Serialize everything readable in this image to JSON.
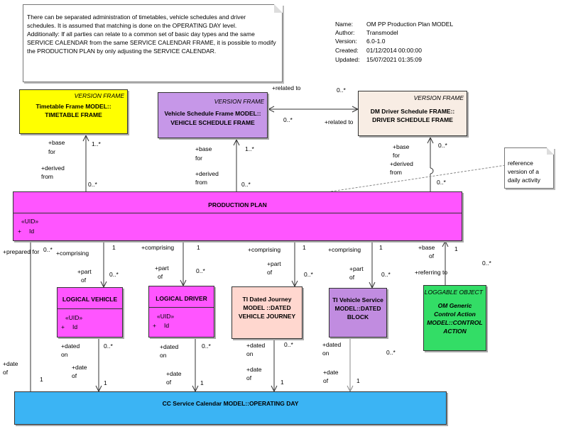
{
  "note_main": [
    "There can be separated administration of timetables, vehicle schedules and driver",
    "schedules.  It is assumed that matching is done on the OPERATING DAY level.",
    "Additionally:  If all parties can relate to a common set of basic day types and the same",
    "SERVICE CALENDAR from the same SERVICE CALENDAR FRAME, it is possible to modify",
    "the PRODUCTION PLAN by only adjusting the SERVICE CALENDAR."
  ],
  "meta": {
    "name_label": "Name:",
    "name_value": "OM PP Production Plan MODEL",
    "author_label": "Author:",
    "author_value": "Transmodel",
    "version_label": "Version:",
    "version_value": "6.0-1.0",
    "created_label": "Created:",
    "created_value": "01/12/2014 00:00:00",
    "updated_label": "Updated:",
    "updated_value": "15/07/2021 01:35:09"
  },
  "note_ref": [
    "reference",
    "version of a",
    "daily activity"
  ],
  "classes": {
    "timetable": {
      "stereotype": "VERSION FRAME",
      "title1": "Timetable Frame MODEL::",
      "title2": "TIMETABLE FRAME"
    },
    "vehicle_sched": {
      "stereotype": "VERSION FRAME",
      "title1": "Vehicle Schedule  Frame MODEL::",
      "title2": "VEHICLE SCHEDULE FRAME"
    },
    "driver_sched": {
      "stereotype": "VERSION FRAME",
      "title1": "DM Driver Schedule FRAME::",
      "title2": "DRIVER SCHEDULE FRAME"
    },
    "production_plan": {
      "title": "PRODUCTION PLAN",
      "uid": "«UID»",
      "attr_vis": "+",
      "attr": "Id"
    },
    "logical_vehicle": {
      "title": "LOGICAL VEHICLE",
      "uid": "«UID»",
      "attr_vis": "+",
      "attr": "Id"
    },
    "logical_driver": {
      "title": "LOGICAL DRIVER",
      "uid": "«UID»",
      "attr_vis": "+",
      "attr": "Id"
    },
    "dated_journey": {
      "title1": "TI Dated Journey",
      "title2": "MODEL ::DATED",
      "title3": "VEHICLE JOURNEY"
    },
    "vehicle_service": {
      "title1": "TI Vehicle Service",
      "title2": "MODEL::DATED",
      "title3": "BLOCK"
    },
    "loggable": {
      "stereotype": "LOGGABLE OBJECT",
      "title1": "OM Generic",
      "title2": "Control Action",
      "title3": "MODEL::CONTROL",
      "title4": "ACTION"
    },
    "calendar": {
      "title": "CC Service Calendar MODEL::OPERATING DAY"
    }
  },
  "roles": {
    "related_to_top": "+related to",
    "mult_0n_top": "0..*",
    "mult_0n_mid": "0..*",
    "related_to_right": "+related to",
    "tt_base": "+base",
    "tt_for": "for",
    "tt_derived": "+derived",
    "tt_from": "from",
    "tt_1n": "1..*",
    "tt_0n": "0..*",
    "vs_base": "+base",
    "vs_for": "for",
    "vs_derived": "+derived",
    "vs_from": "from",
    "vs_1n": "1..*",
    "vs_0n": "0..*",
    "ds_base": "+base",
    "ds_for": "for",
    "ds_derived": "+derived",
    "ds_from": "from",
    "ds_0n_top": "0..*",
    "ds_0n_bot": "0..*",
    "prepared_for": "+prepared for",
    "prep_0n": "0..*",
    "lv_comprising": "+comprising",
    "lv_1": "1",
    "lv_part": "+part",
    "lv_of": "of",
    "lv_0n": "0..*",
    "ld_comprising": "+comprising",
    "ld_1": "1",
    "ld_part": "+part",
    "ld_of": "of",
    "ld_0n": "0..*",
    "dj_comprising": "+comprising",
    "dj_1": "1",
    "dj_part": "+part",
    "dj_of": "of",
    "dj_0n": "0..*",
    "vsv_comprising": "+comprising",
    "vsv_1": "1",
    "vsv_part": "+part",
    "vsv_of": "of",
    "vsv_0n": "0..*",
    "lo_base": "+base",
    "lo_of": "of",
    "lo_1": "1",
    "lo_referring": "+referring to",
    "lo_0n": "0..*",
    "cal_dateof": "+date",
    "cal_of": "of",
    "cal_1": "1",
    "lv_dated": "+dated",
    "lv_on": "on",
    "lv_dated_0n": "0..*",
    "lv_dateof": "+date",
    "lv_dof": "of",
    "lv_d1": "1",
    "ld_dated": "+dated",
    "ld_on": "on",
    "ld_dated_0n": "0..*",
    "ld_dateof": "+date",
    "ld_dof": "of",
    "ld_d1": "1",
    "dj_dated": "+dated",
    "dj_on": "on",
    "dj_dated_0n": "0..*",
    "dj_dateof": "+date",
    "dj_dof": "of",
    "dj_d1": "1",
    "vsv_dated": "+dated",
    "vsv_on": "on",
    "vsv_dated_0n": "0..*",
    "vsv_dateof": "+date",
    "vsv_dof": "of",
    "vsv_d1": "1"
  },
  "colors": {
    "timetable": "#ffff00",
    "vehicle_sched": "#c697e8",
    "driver_sched": "#f8ede4",
    "production_plan": "#ff55ff",
    "logical": "#ff55ff",
    "dated_journey": "#ffd7cf",
    "vehicle_service": "#c18ce0",
    "loggable": "#33dd66",
    "calendar": "#3bb4f4"
  }
}
